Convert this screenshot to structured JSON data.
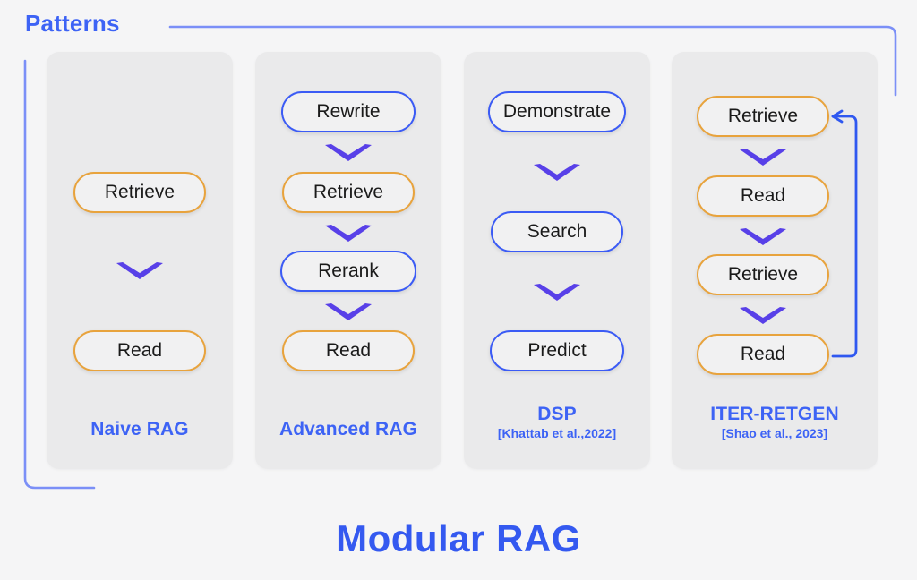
{
  "header": {
    "title": "Patterns",
    "title_color": "#3d63f5"
  },
  "footer": {
    "title": "Modular RAG",
    "title_color": "#3459f0"
  },
  "colors": {
    "orange_node_border": "#e8a33d",
    "blue_node_border": "#3b5bf5",
    "chevron": "#5840e8",
    "panel_bg": "#eaeaeb",
    "page_bg": "#f5f5f6",
    "node_fill": "#f1f1f2",
    "bracket": "#7b8ff7",
    "loop_arrow": "#2f58f0"
  },
  "columns": [
    {
      "id": "naive-rag",
      "caption_main": "Naive RAG",
      "caption_sub": "",
      "nodes": [
        {
          "label": "Retrieve",
          "color": "orange"
        },
        {
          "label": "Read",
          "color": "orange"
        }
      ],
      "has_loop": false
    },
    {
      "id": "advanced-rag",
      "caption_main": "Advanced RAG",
      "caption_sub": "",
      "nodes": [
        {
          "label": "Rewrite",
          "color": "blue"
        },
        {
          "label": "Retrieve",
          "color": "orange"
        },
        {
          "label": "Rerank",
          "color": "blue"
        },
        {
          "label": "Read",
          "color": "orange"
        }
      ],
      "has_loop": false
    },
    {
      "id": "dsp",
      "caption_main": "DSP",
      "caption_sub": "[Khattab et al.,2022]",
      "nodes": [
        {
          "label": "Demonstrate",
          "color": "blue"
        },
        {
          "label": "Search",
          "color": "blue"
        },
        {
          "label": "Predict",
          "color": "blue"
        }
      ],
      "has_loop": false
    },
    {
      "id": "iter-retgen",
      "caption_main": "ITER-RETGEN",
      "caption_sub": "[Shao et al., 2023]",
      "nodes": [
        {
          "label": "Retrieve",
          "color": "orange"
        },
        {
          "label": "Read",
          "color": "orange"
        },
        {
          "label": "Retrieve",
          "color": "orange"
        },
        {
          "label": "Read",
          "color": "orange"
        }
      ],
      "has_loop": true
    }
  ],
  "icons": {
    "chevron_down": "chevron-down-icon",
    "loop_arrow": "feedback-loop-arrow-icon",
    "bracket": "pattern-bracket-icon"
  }
}
